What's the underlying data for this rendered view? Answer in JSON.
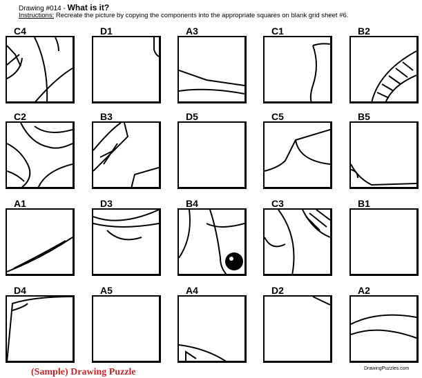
{
  "header": {
    "drawing_number": "Drawing #014 - ",
    "question": "What is it?",
    "instructions_label": "Instructions:",
    "instructions_text": " Recreate the picture by copying the components into the appropriate squares on blank grid sheet #6."
  },
  "cells": [
    "C4",
    "D1",
    "A3",
    "C1",
    "B2",
    "C2",
    "B3",
    "D5",
    "C5",
    "B5",
    "A1",
    "D3",
    "B4",
    "C3",
    "B1",
    "D4",
    "A5",
    "A4",
    "D2",
    "A2"
  ],
  "footer": {
    "sample": "(Sample)  Drawing Puzzle",
    "site": "DrawingPuzzles.com"
  }
}
